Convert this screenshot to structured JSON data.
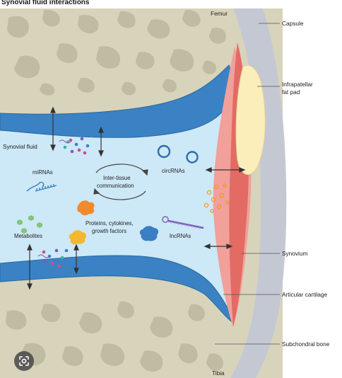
{
  "title": "Synovial fluid interactions",
  "labels": {
    "femur": "Femur",
    "tibia": "Tibia",
    "capsule": "Capsule",
    "fat_pad_line1": "Infrapatellar",
    "fat_pad_line2": "fat pad",
    "synovium": "Synovium",
    "articular_cartilage": "Articular cartilage",
    "subchondral_bone": "Subchondral bone",
    "synovial_fluid": "Synovial fluid",
    "mirnas": "miRNAs",
    "metabolites": "Metabolites",
    "inter_tissue_line1": "Inter-tissue",
    "inter_tissue_line2": "communication",
    "circrnas": "circRNAs",
    "proteins_line1": "Proteins, cytokines,",
    "proteins_line2": "growth factors",
    "lncrnas": "lncRNAs"
  },
  "colors": {
    "bone": "#d8d4bb",
    "bone_spot": "#bfbca2",
    "cartilage": "#3a82c4",
    "fluid": "#cde8f7",
    "synovium": "#e26b63",
    "synovium_light": "#f1a09a",
    "fat_pad": "#fbeebb",
    "capsule": "#c4c8d3"
  },
  "icons": {
    "lens_button": "google-lens-icon"
  }
}
